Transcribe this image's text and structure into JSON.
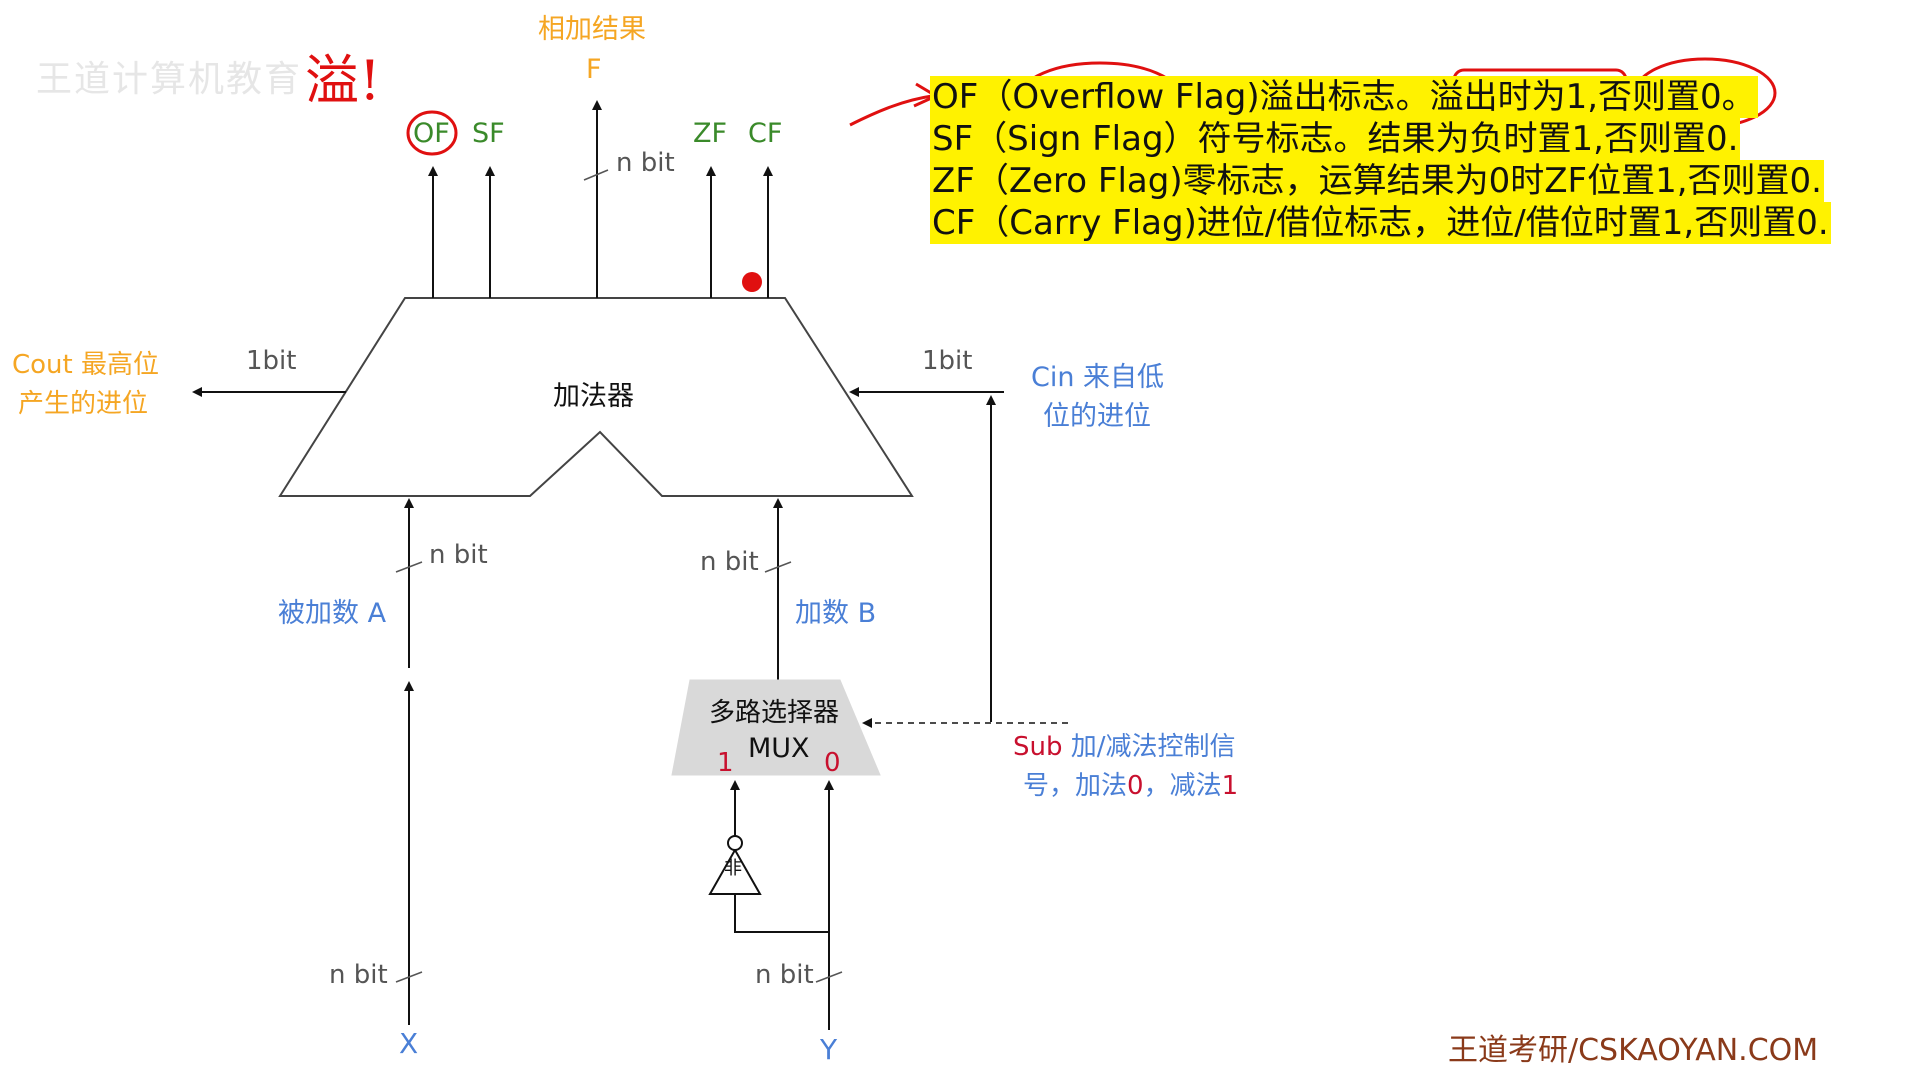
{
  "watermark": "王道计算机教育",
  "handwritten_note": "溢!",
  "top_label": "相加结果",
  "f_label": "F",
  "flags_top": {
    "of": "OF",
    "sf": "SF",
    "zf": "ZF",
    "cf": "CF"
  },
  "bus_labels": {
    "f_bus": "n bit",
    "a_bus": "n bit",
    "b_bus": "n bit",
    "x_bus": "n bit",
    "y_bus": "n bit",
    "cout_width": "1bit",
    "cin_width": "1bit"
  },
  "adder_label": "加法器",
  "cout_label_line1": "Cout 最高位",
  "cout_label_line2": "产生的进位",
  "cin_label_line1": "Cin 来自低",
  "cin_label_line2": "位的进位",
  "operand_a": "被加数 A",
  "operand_b": "加数 B",
  "mux": {
    "title": "多路选择器",
    "name": "MUX",
    "input1": "1",
    "input0": "0"
  },
  "not_gate": "非",
  "sub": {
    "name": "Sub",
    "line1_rest": " 加/减法控制信",
    "line2_a": "号，加法",
    "line2_b": "0",
    "line2_c": "，减法",
    "line2_d": "1"
  },
  "input_x": "X",
  "input_y": "Y",
  "flag_descriptions": [
    "OF（Overflow Flag)溢出标志。溢出时为1,否则置0。",
    "SF（Sign Flag）符号标志。结果为负时置1,否则置0.",
    "ZF（Zero Flag)零标志，运算结果为0时ZF位置1,否则置0.",
    "CF（Carry Flag)进位/借位标志，进位/借位时置1,否则置0."
  ],
  "footer": "王道考研/CSKAOYAN.COM",
  "colors": {
    "highlight": "#fff200",
    "annotation_red": "#e01010",
    "label_blue": "#4a7fd6",
    "label_orange": "#f5a623",
    "flag_green": "#3a8a2a"
  }
}
